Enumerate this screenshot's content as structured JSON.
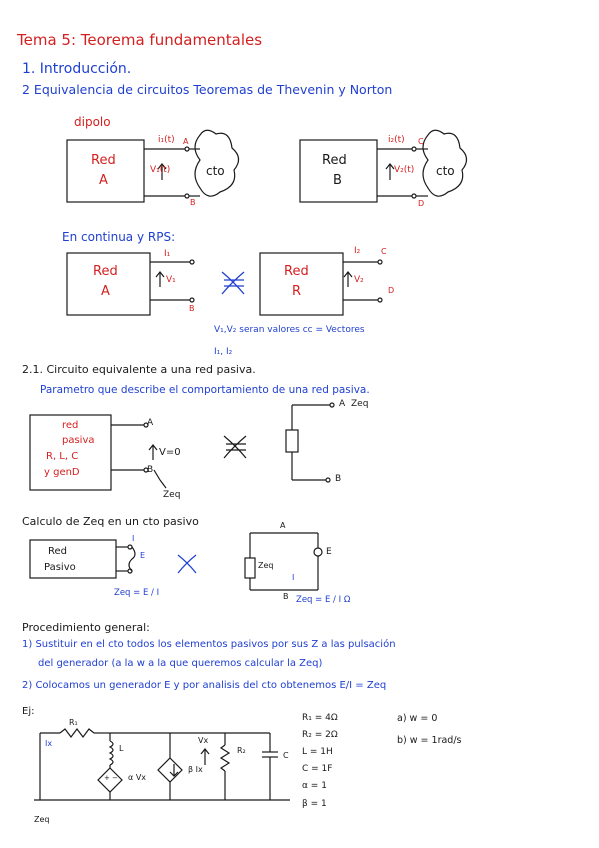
{
  "colors": {
    "ink": "#1a1a1a",
    "red": "#d42020",
    "blue": "#1f3fd0"
  },
  "header": {
    "title": "Tema 5: Teorema fundamentales",
    "item1": "1. Introducción.",
    "item2": "2 Equivalencia de circuitos Teoremas de Thevenin y Norton"
  },
  "section_dipolo": {
    "label": "dipolo",
    "net_a": {
      "line1": "Red",
      "line2": "A",
      "current": "i₁(t)",
      "voltage": "V₁(t)",
      "node_top": "A",
      "node_bot": "B",
      "load": "cto"
    },
    "net_b": {
      "line1": "Red",
      "line2": "B",
      "current": "i₂(t)",
      "voltage": "V₂(t)",
      "node_top": "C",
      "node_bot": "D",
      "load": "cto"
    }
  },
  "section_rps": {
    "label": "En continua y RPS:",
    "net_a": {
      "line1": "Red",
      "line2": "A",
      "current": "I₁",
      "voltage": "V₁",
      "node_bot": "B"
    },
    "net_b": {
      "line1": "Red",
      "line2": "R",
      "current": "I₂",
      "voltage": "V₂",
      "node_top": "C",
      "node_bot": "D"
    },
    "note1": "V₁,V₂ seran valores cc = Vectores",
    "note2": "I₁, I₂"
  },
  "section_21": {
    "title": "2.1. Circuito equivalente a una red pasiva.",
    "subtitle": "Parametro que describe el comportamiento de una red pasiva.",
    "box": [
      "red",
      "pasiva",
      "R, L, C",
      "y genD"
    ],
    "v_label": "V=0",
    "node_a": "A",
    "node_b": "B",
    "zeq_label": "Zeq",
    "zeq_right": "Zeq",
    "node_a2": "A",
    "node_b2": "B"
  },
  "section_calc": {
    "title": "Calculo de Zeq en un cto pasivo",
    "box": [
      "Red",
      "Pasivo"
    ],
    "i_label": "I",
    "e_label": "E",
    "formula_left": "Zeq = E / I",
    "res_label": "Zeq",
    "node_a": "A",
    "node_b": "B",
    "i_label2": "I",
    "formula_right": "Zeq = E / I Ω"
  },
  "procedure": {
    "title": "Procedimiento general:",
    "step1a": "1) Sustituir en el cto todos los elementos pasivos por sus Z a las pulsación",
    "step1b": "del generador (a la w a la que queremos calcular la Zeq)",
    "step2": "2) Colocamos un generador E y por analisis del cto obtenemos E/I = Zeq"
  },
  "example": {
    "label": "Ej:",
    "r1": "R₁",
    "ix": "Ix",
    "l": "L",
    "ctrl1": "α Vx",
    "ctrl1_sym": "+ −",
    "ctrl2": "β Ix",
    "vx": "Vx",
    "r2": "R₂",
    "c": "C",
    "zeq": "Zeq",
    "values": [
      "R₁ = 4Ω",
      "R₂ = 2Ω",
      "L = 1H",
      "C = 1F",
      "α = 1",
      "β = 1"
    ],
    "cases": [
      "a) w = 0",
      "b) w = 1rad/s"
    ]
  }
}
